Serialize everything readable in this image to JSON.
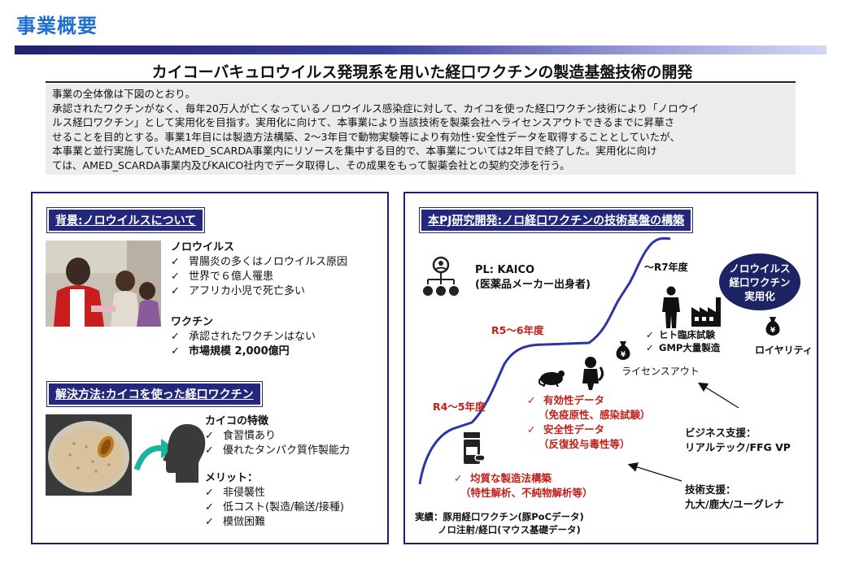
{
  "header": {
    "title": "事業概要",
    "main_heading": "カイコーバキュロウイルス発現系を用いた経口ワクチンの製造基盤技術の開発"
  },
  "summary": {
    "lines": [
      "事業の全体像は下図のとおり。",
      "承認されたワクチンがなく、毎年20万人が亡くなっているノロウイルス感染症に対して、カイコを使った経口ワクチン技術により「ノロウイ",
      "ルス経口ワクチン」として実用化を目指す。実用化に向けて、本事業により当該技術を製薬会社へライセンスアウトできるまでに昇華さ",
      "せることを目的とする。事業1年目には製造方法構築、2～3年目で動物実験等により有効性･安全性データを取得することとしていたが、",
      "本事業と並行実施していたAMED_SCARDA事業内にリソースを集中する目的で、本事業については2年目で終了した。実用化に向け",
      "ては、AMED_SCARDA事業内及びKAICO社内でデータ取得し、その成果をもって製薬会社との契約交渉を行う。"
    ]
  },
  "left_panel": {
    "background": {
      "label": "背景:ノロウイルスについて",
      "norovirus_heading": "ノロウイルス",
      "norovirus_items": [
        "胃腸炎の多くはノロウイルス原因",
        "世界で６億人罹患",
        "アフリカ小児で死亡多い"
      ],
      "vaccine_heading": "ワクチン",
      "vaccine_items": [
        "承認されたワクチンはない",
        "市場規模 2,000億円"
      ]
    },
    "solution": {
      "label": "解決方法:カイコを使った経口ワクチン",
      "features_heading": "カイコの特徴",
      "features_items": [
        "食習慣あり",
        "優れたタンパク質作製能力"
      ],
      "merits_heading": "メリット：",
      "merits_items": [
        "非侵襲性",
        "低コスト(製造/輸送/接種)",
        "模倣困難"
      ]
    }
  },
  "right_panel": {
    "label": "本PJ研究開発:ノロ経口ワクチンの技術基盤の構築",
    "pl_line1": "PL: KAICO",
    "pl_line2": "(医薬品メーカー出身者)",
    "stage_r4": "R4～5年度",
    "stage_r5": "R5～6年度",
    "stage_r7": "～R7年度",
    "goal_line1": "ノロウイルス",
    "goal_line2": "経口ワクチン",
    "goal_line3": "実用化",
    "clinical_items": [
      "ヒト臨床試験",
      "GMP大量製造"
    ],
    "royalty": "ロイヤリティ",
    "license_out": "ライセンスアウト",
    "efficacy_heading": "有効性データ",
    "efficacy_detail": "（免疫原性、感染試験）",
    "safety_heading": "安全性データ",
    "safety_detail": "（反復投与毒性等）",
    "manufacturing_heading": "均質な製造法構築",
    "manufacturing_detail": "（特性解析、不純物解析等）",
    "business_support_label": "ビジネス支援：",
    "business_support_orgs": "リアルテック/FFG VP",
    "tech_support_label": "技術支援：",
    "tech_support_orgs": "九大/鹿大/ユーグレナ",
    "results_line1": "実績：豚用経口ワクチン(豚PoCデータ)",
    "results_line2": "ノロ注射/経口(マウス基礎データ)"
  },
  "colors": {
    "title_blue": "#1f6fd0",
    "navy": "#24287c",
    "red": "#c0201a",
    "goal_circle": "#1c2466"
  },
  "icons": [
    "organization-icon",
    "mouse-icon",
    "monkey-icon",
    "person-icon",
    "factory-icon",
    "money-bag-icon",
    "medicine-icon",
    "head-profile-icon"
  ]
}
